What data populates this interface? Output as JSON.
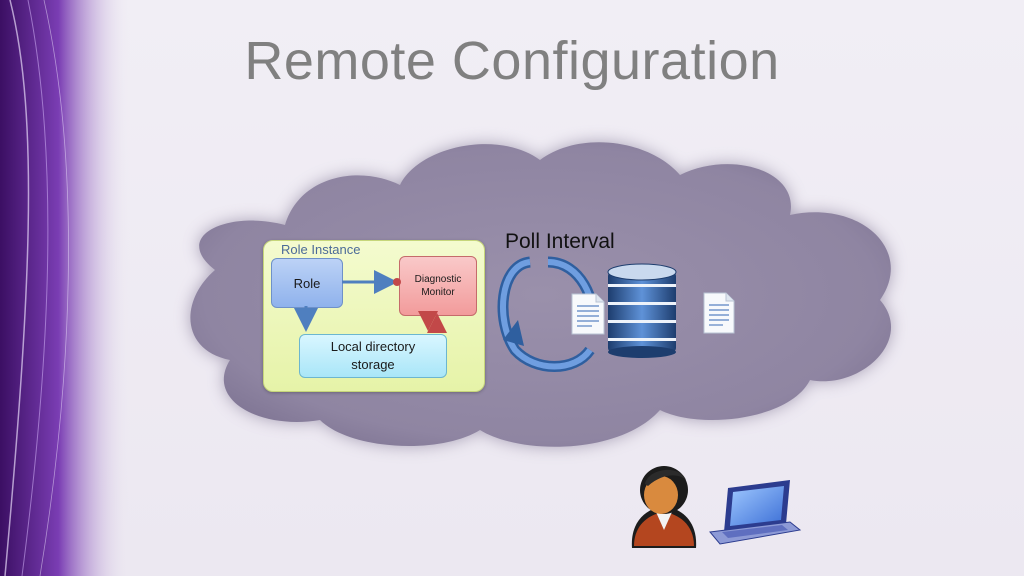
{
  "slide": {
    "title": "Remote Configuration"
  },
  "diagram": {
    "role_instance_label": "Role Instance",
    "role_label": "Role",
    "diagnostic_monitor_line1": "Diagnostic",
    "diagnostic_monitor_line2": "Monitor",
    "storage_line1": "Local directory",
    "storage_line2": "storage",
    "poll_interval_label": "Poll Interval"
  },
  "colors": {
    "title": "#808080",
    "cloud_fill": "#9d93ae",
    "role_instance_fill": "#eef7bf",
    "role_fill": "#a6c2f2",
    "diagnostic_fill": "#f5b2b2",
    "storage_fill": "#c0eefb",
    "poll_arrow": "#3f6fae",
    "accent_purple": "#6b2aa3"
  }
}
